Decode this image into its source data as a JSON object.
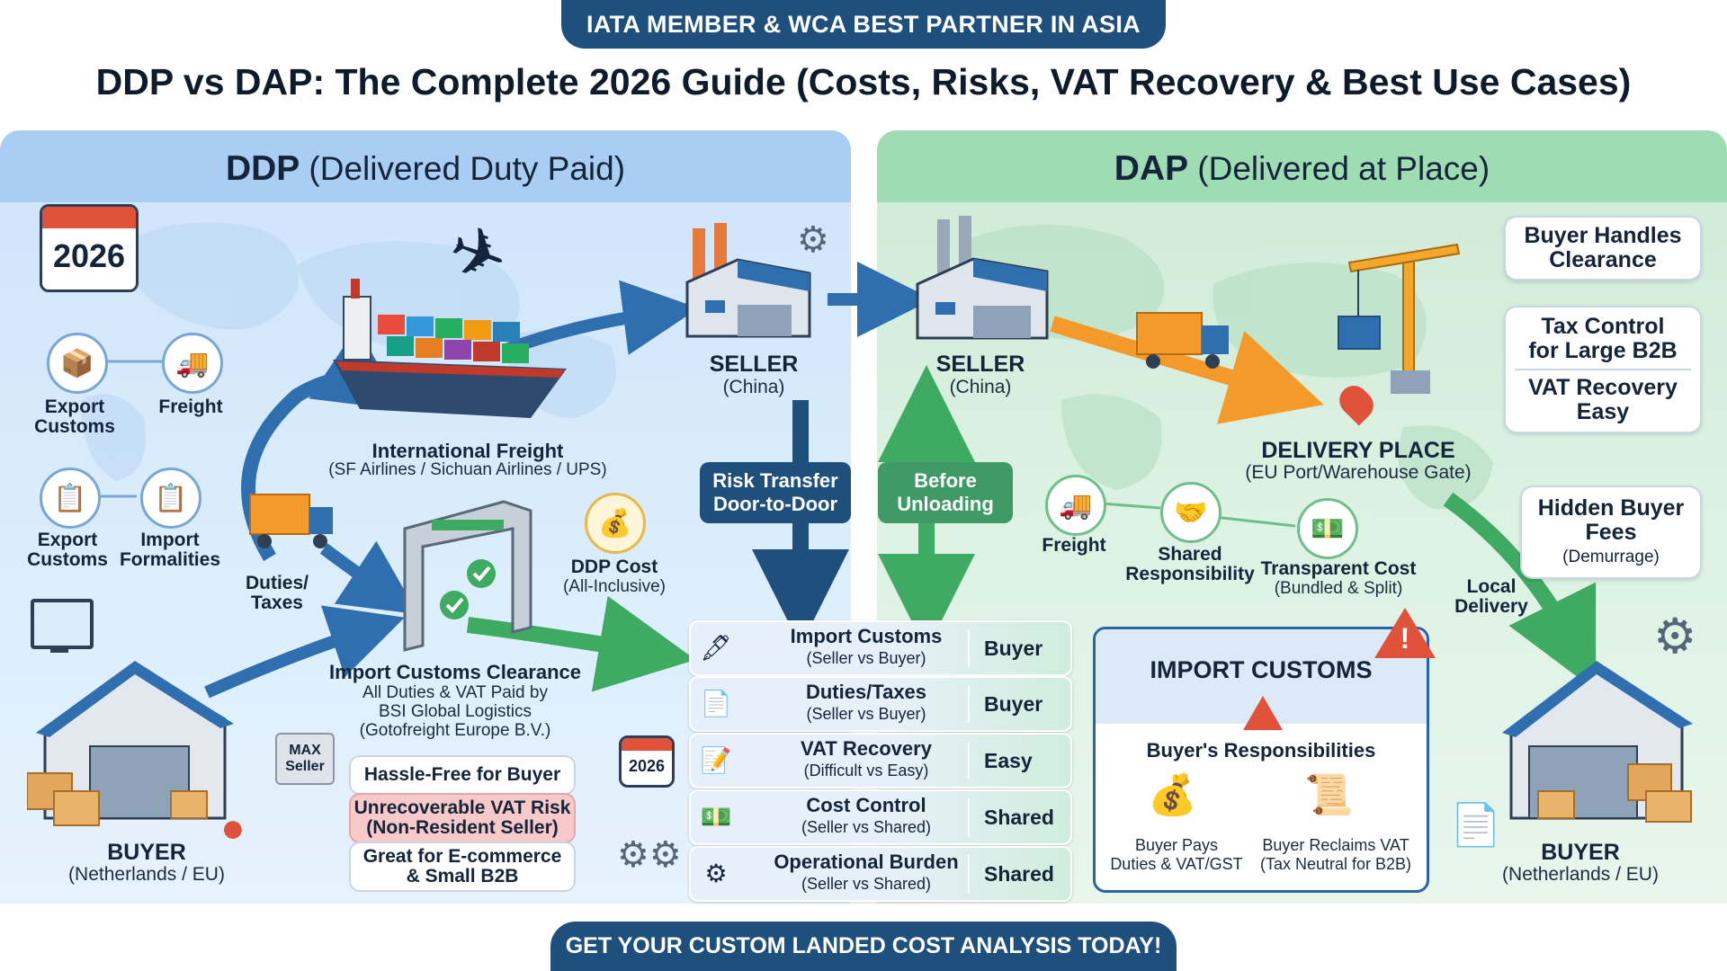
{
  "header": {
    "banner": "IATA MEMBER & WCA BEST PARTNER IN ASIA",
    "title": "DDP vs DAP: The Complete 2026 Guide (Costs, Risks, VAT Recovery & Best Use Cases)"
  },
  "ddp": {
    "title_abbr": "DDP",
    "title_full": "(Delivered Duty Paid)",
    "calendar_year": "2026",
    "export_customs_1": "Export\nCustoms",
    "freight": "Freight",
    "export_customs_2": "Export\nCustoms",
    "import_formalities": "Import\nFormalities",
    "international_freight": "International Freight",
    "international_freight_sub": "(SF Airlines / Sichuan Airlines / UPS)",
    "duties_taxes": "Duties/\nTaxes",
    "ddp_cost": "DDP Cost",
    "ddp_cost_sub": "(All-Inclusive)",
    "seller": "SELLER",
    "seller_sub": "(China)",
    "import_clearance_title": "Import Customs Clearance",
    "import_clearance_sub": "All Duties & VAT Paid by\nBSI Global Logistics\n(Gotofreight Europe B.V.)",
    "max_seller": "MAX\nSeller",
    "hassle_free": "Hassle-Free for Buyer",
    "unrecoverable_vat": "Unrecoverable VAT Risk\n(Non-Resident Seller)",
    "great_for": "Great for E-commerce\n& Small B2B",
    "buyer": "BUYER",
    "buyer_sub": "(Netherlands / EU)",
    "calendar_small": "2026"
  },
  "center": {
    "risk_transfer": "Risk Transfer\nDoor-to-Door",
    "before_unloading": "Before\nUnloading"
  },
  "comparison": [
    {
      "label": "Import Customs",
      "sub": "(Seller vs Buyer)",
      "value": "Buyer",
      "icon": "stamp-icon"
    },
    {
      "label": "Duties/Taxes",
      "sub": "(Seller vs Buyer)",
      "value": "Buyer",
      "icon": "tax-document-icon"
    },
    {
      "label": "VAT Recovery",
      "sub": "(Difficult vs Easy)",
      "value": "Easy",
      "icon": "check-document-icon"
    },
    {
      "label": "Cost Control",
      "sub": "(Seller vs Shared)",
      "value": "Shared",
      "icon": "money-icon"
    },
    {
      "label": "Operational Burden",
      "sub": "(Seller vs Shared)",
      "value": "Shared",
      "icon": "gears-icon"
    }
  ],
  "dap": {
    "title_abbr": "DAP",
    "title_full": "(Delivered at Place)",
    "seller": "SELLER",
    "seller_sub": "(China)",
    "buyer_handles": "Buyer Handles\nClearance",
    "tax_control": "Tax Control\nfor Large B2B",
    "vat_recovery": "VAT Recovery\nEasy",
    "delivery_place": "DELIVERY PLACE",
    "delivery_place_sub": "(EU Port/Warehouse Gate)",
    "freight": "Freight",
    "shared_resp": "Shared\nResponsibility",
    "transparent_cost": "Transparent Cost",
    "transparent_cost_sub": "(Bundled & Split)",
    "hidden_fees": "Hidden Buyer\nFees",
    "hidden_fees_sub": "(Demurrage)",
    "local_delivery": "Local\nDelivery",
    "import_customs": "IMPORT CUSTOMS",
    "buyer_resp": "Buyer's Responsibilities",
    "buyer_pays": "Buyer Pays\nDuties & VAT/GST",
    "buyer_reclaims": "Buyer Reclaims VAT\n(Tax Neutral for B2B)",
    "buyer": "BUYER",
    "buyer_sub": "(Netherlands / EU)"
  },
  "cta": "GET YOUR CUSTOM LANDED COST ANALYSIS TODAY!",
  "colors": {
    "navy": "#1f4f7c",
    "ddp_bg": "#cfe4fb",
    "dap_bg": "#cfead7",
    "arrow_blue": "#2f6fb0",
    "arrow_green": "#3faa62",
    "arrow_orange": "#f39a2b",
    "alert_red": "#e0523a"
  }
}
